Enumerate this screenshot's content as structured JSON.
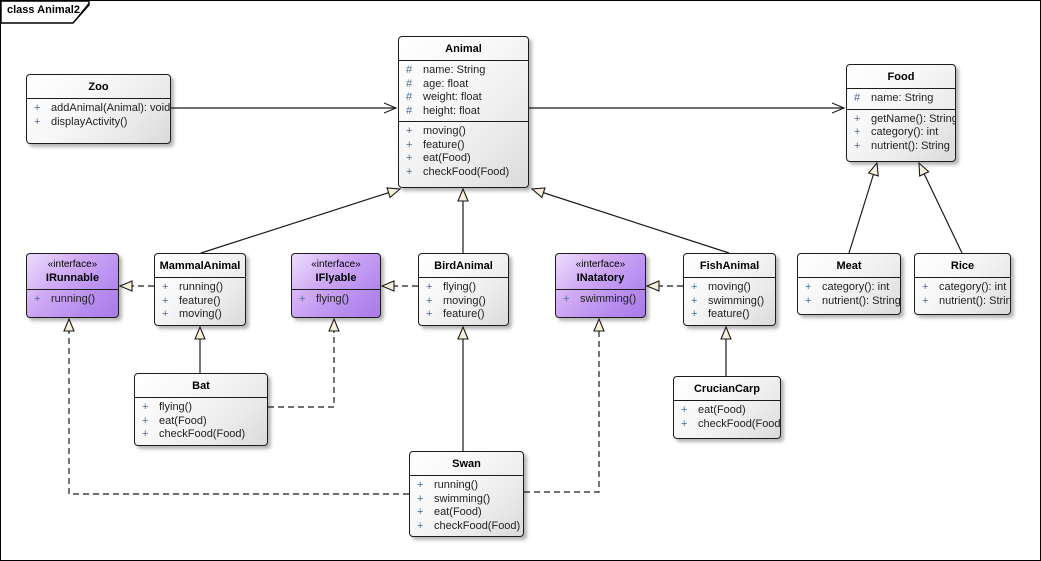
{
  "frame": {
    "title": "class Animal2"
  },
  "classes": [
    {
      "id": "zoo",
      "name": "Zoo",
      "kind": "class",
      "attributes": [],
      "methods": [
        {
          "vis": "+",
          "sig": "addAnimal(Animal): void"
        },
        {
          "vis": "+",
          "sig": "displayActivity()"
        }
      ]
    },
    {
      "id": "animal",
      "name": "Animal",
      "kind": "class",
      "attributes": [
        {
          "vis": "#",
          "sig": "name: String"
        },
        {
          "vis": "#",
          "sig": "age: float"
        },
        {
          "vis": "#",
          "sig": "weight: float"
        },
        {
          "vis": "#",
          "sig": "height: float"
        }
      ],
      "methods": [
        {
          "vis": "+",
          "sig": "moving()"
        },
        {
          "vis": "+",
          "sig": "feature()"
        },
        {
          "vis": "+",
          "sig": "eat(Food)"
        },
        {
          "vis": "+",
          "sig": "checkFood(Food)"
        }
      ]
    },
    {
      "id": "food",
      "name": "Food",
      "kind": "class",
      "attributes": [
        {
          "vis": "#",
          "sig": "name: String"
        }
      ],
      "methods": [
        {
          "vis": "+",
          "sig": "getName(): String"
        },
        {
          "vis": "+",
          "sig": "category(): int"
        },
        {
          "vis": "+",
          "sig": "nutrient(): String"
        }
      ]
    },
    {
      "id": "irunnable",
      "name": "IRunnable",
      "kind": "interface",
      "stereotype": "«interface»",
      "attributes": [],
      "methods": [
        {
          "vis": "+",
          "sig": "running()"
        }
      ]
    },
    {
      "id": "mammal",
      "name": "MammalAnimal",
      "kind": "class",
      "attributes": [],
      "methods": [
        {
          "vis": "+",
          "sig": "running()"
        },
        {
          "vis": "+",
          "sig": "feature()"
        },
        {
          "vis": "+",
          "sig": "moving()"
        }
      ]
    },
    {
      "id": "iflyable",
      "name": "IFlyable",
      "kind": "interface",
      "stereotype": "«interface»",
      "attributes": [],
      "methods": [
        {
          "vis": "+",
          "sig": "flying()"
        }
      ]
    },
    {
      "id": "bird",
      "name": "BirdAnimal",
      "kind": "class",
      "attributes": [],
      "methods": [
        {
          "vis": "+",
          "sig": "flying()"
        },
        {
          "vis": "+",
          "sig": "moving()"
        },
        {
          "vis": "+",
          "sig": "feature()"
        }
      ]
    },
    {
      "id": "inatatory",
      "name": "INatatory",
      "kind": "interface",
      "stereotype": "«interface»",
      "attributes": [],
      "methods": [
        {
          "vis": "+",
          "sig": "swimming()"
        }
      ]
    },
    {
      "id": "fish",
      "name": "FishAnimal",
      "kind": "class",
      "attributes": [],
      "methods": [
        {
          "vis": "+",
          "sig": "moving()"
        },
        {
          "vis": "+",
          "sig": "swimming()"
        },
        {
          "vis": "+",
          "sig": "feature()"
        }
      ]
    },
    {
      "id": "meat",
      "name": "Meat",
      "kind": "class",
      "attributes": [],
      "methods": [
        {
          "vis": "+",
          "sig": "category(): int"
        },
        {
          "vis": "+",
          "sig": "nutrient(): String"
        }
      ]
    },
    {
      "id": "rice",
      "name": "Rice",
      "kind": "class",
      "attributes": [],
      "methods": [
        {
          "vis": "+",
          "sig": "category(): int"
        },
        {
          "vis": "+",
          "sig": "nutrient(): String"
        }
      ]
    },
    {
      "id": "bat",
      "name": "Bat",
      "kind": "class",
      "attributes": [],
      "methods": [
        {
          "vis": "+",
          "sig": "flying()"
        },
        {
          "vis": "+",
          "sig": "eat(Food)"
        },
        {
          "vis": "+",
          "sig": "checkFood(Food)"
        }
      ]
    },
    {
      "id": "crucian",
      "name": "CrucianCarp",
      "kind": "class",
      "attributes": [],
      "methods": [
        {
          "vis": "+",
          "sig": "eat(Food)"
        },
        {
          "vis": "+",
          "sig": "checkFood(Food)"
        }
      ]
    },
    {
      "id": "swan",
      "name": "Swan",
      "kind": "class",
      "attributes": [],
      "methods": [
        {
          "vis": "+",
          "sig": "running()"
        },
        {
          "vis": "+",
          "sig": "swimming()"
        },
        {
          "vis": "+",
          "sig": "eat(Food)"
        },
        {
          "vis": "+",
          "sig": "checkFood(Food)"
        }
      ]
    }
  ],
  "connectors": [
    {
      "id": "zoo-animal",
      "from": "Zoo",
      "to": "Animal",
      "type": "association"
    },
    {
      "id": "animal-food",
      "from": "Animal",
      "to": "Food",
      "type": "association"
    },
    {
      "id": "mammal-animal",
      "from": "MammalAnimal",
      "to": "Animal",
      "type": "generalization"
    },
    {
      "id": "bird-animal",
      "from": "BirdAnimal",
      "to": "Animal",
      "type": "generalization"
    },
    {
      "id": "fish-animal",
      "from": "FishAnimal",
      "to": "Animal",
      "type": "generalization"
    },
    {
      "id": "mammal-irunnable",
      "from": "MammalAnimal",
      "to": "IRunnable",
      "type": "realization"
    },
    {
      "id": "bird-iflyable",
      "from": "BirdAnimal",
      "to": "IFlyable",
      "type": "realization"
    },
    {
      "id": "fish-inatatory",
      "from": "FishAnimal",
      "to": "INatatory",
      "type": "realization"
    },
    {
      "id": "meat-food",
      "from": "Meat",
      "to": "Food",
      "type": "generalization"
    },
    {
      "id": "rice-food",
      "from": "Rice",
      "to": "Food",
      "type": "generalization"
    },
    {
      "id": "bat-mammal",
      "from": "Bat",
      "to": "MammalAnimal",
      "type": "generalization"
    },
    {
      "id": "bat-iflyable",
      "from": "Bat",
      "to": "IFlyable",
      "type": "realization"
    },
    {
      "id": "crucian-fish",
      "from": "CrucianCarp",
      "to": "FishAnimal",
      "type": "generalization"
    },
    {
      "id": "swan-bird",
      "from": "Swan",
      "to": "BirdAnimal",
      "type": "generalization"
    },
    {
      "id": "swan-irunnable",
      "from": "Swan",
      "to": "IRunnable",
      "type": "realization"
    },
    {
      "id": "swan-inatatory",
      "from": "Swan",
      "to": "INatatory",
      "type": "realization"
    }
  ],
  "colors": {
    "line": "#1a1a1a",
    "arrowhead_fill": "#f8f0dc",
    "interface_fill": "#b88ef0",
    "class_fill": "#eeeeee",
    "visibility_marker": "#4a6d91"
  }
}
